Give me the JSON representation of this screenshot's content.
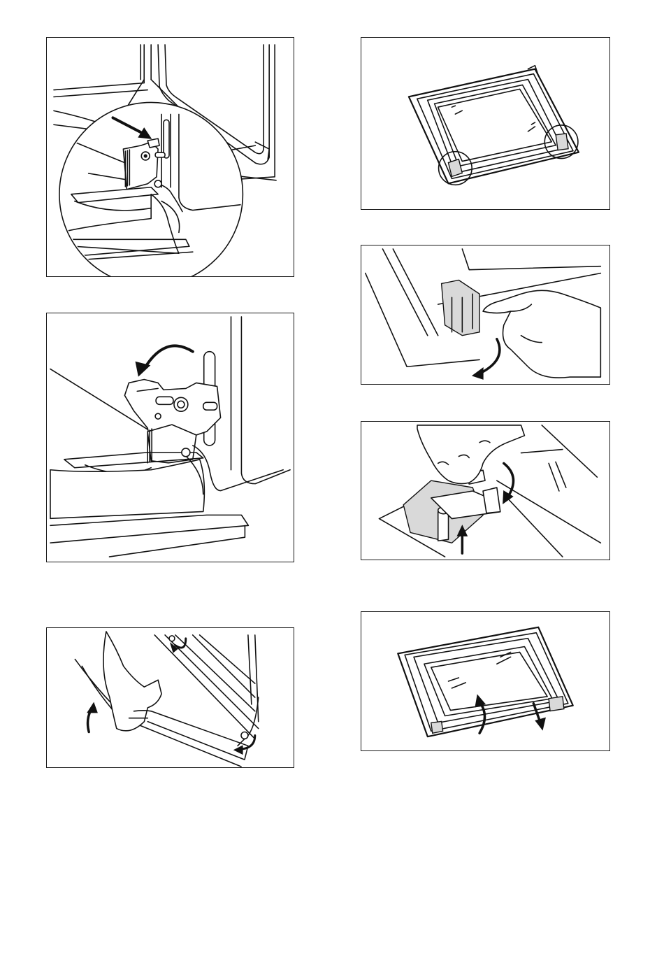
{
  "page": {
    "panels": [
      {
        "id": "hinge-lever-detail",
        "icon": "hinge-lever-push-illustration"
      },
      {
        "id": "hinge-lever-rotate",
        "icon": "hinge-lever-rotate-illustration"
      },
      {
        "id": "door-lift-remove",
        "icon": "door-lift-illustration"
      },
      {
        "id": "door-flat-clips",
        "icon": "door-flat-clips-illustration"
      },
      {
        "id": "door-clip-release",
        "icon": "clip-release-hand-illustration"
      },
      {
        "id": "door-clip-press",
        "icon": "clip-press-hand-illustration"
      },
      {
        "id": "glass-panel-remove",
        "icon": "glass-panel-remove-illustration"
      }
    ],
    "colors": {
      "line": "#111111",
      "background": "#ffffff",
      "frame": "#1a1a1a"
    }
  }
}
